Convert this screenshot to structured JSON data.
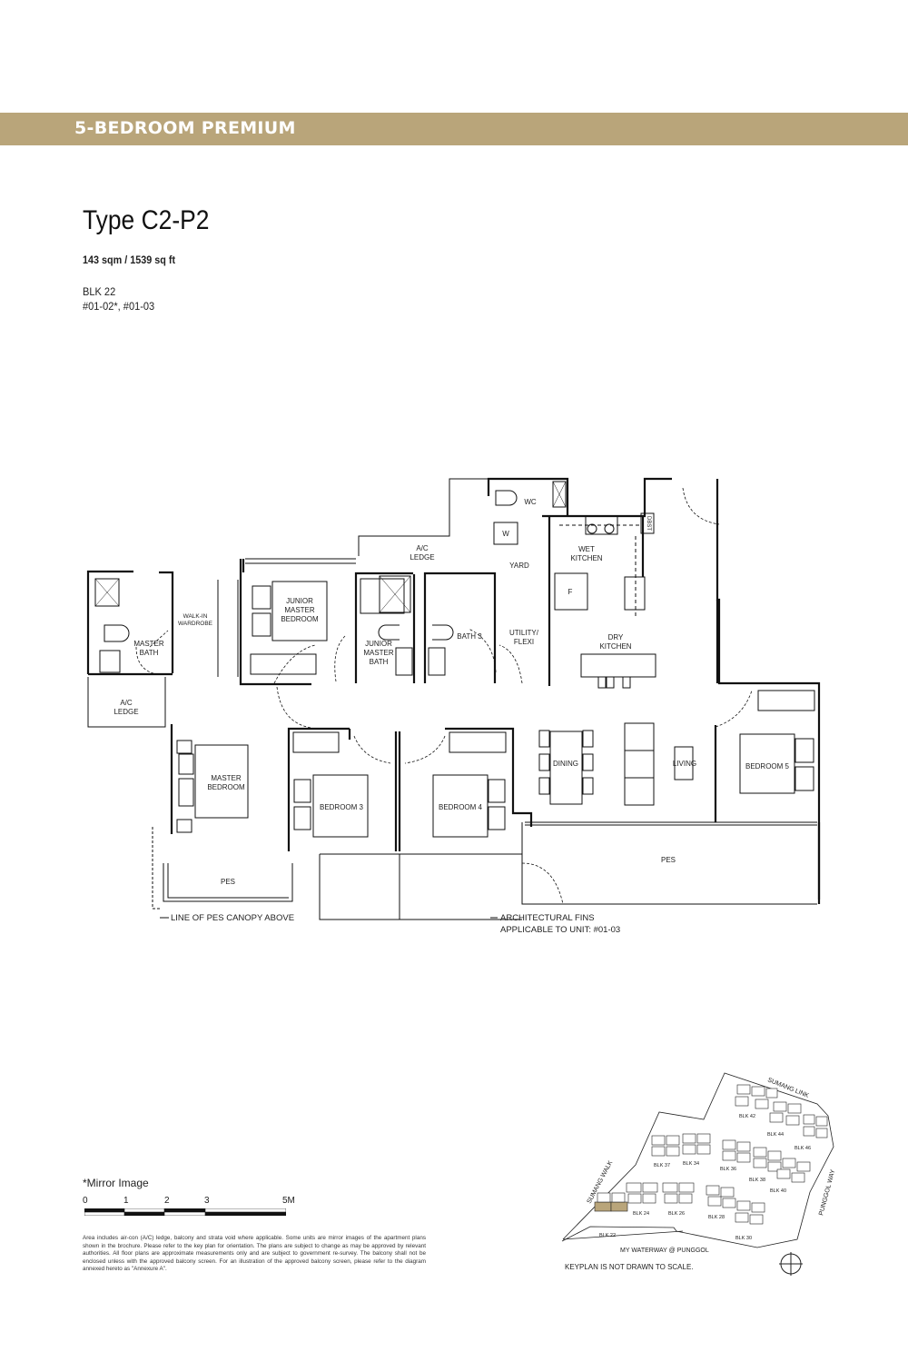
{
  "header": {
    "category": "5-BEDROOM PREMIUM",
    "band_color": "#b9a57a"
  },
  "unit": {
    "type": "Type C2-P2",
    "area": "143 sqm / 1539 sq ft",
    "block": "BLK 22",
    "units": "#01-02*, #01-03"
  },
  "floor_plan": {
    "rooms": {
      "master_bath": [
        "MASTER",
        "BATH"
      ],
      "walk_in_wardrobe": [
        "WALK-IN",
        "WARDROBE"
      ],
      "junior_master_bedroom": [
        "JUNIOR",
        "MASTER",
        "BEDROOM"
      ],
      "ac_ledge_top": [
        "A/C",
        "LEDGE"
      ],
      "junior_master_bath": [
        "JUNIOR",
        "MASTER",
        "BATH"
      ],
      "bath_3": "BATH 3",
      "wc": "WC",
      "washer": "W",
      "yard": "YARD",
      "utility_flexi": [
        "UTILITY/",
        "FLEXI"
      ],
      "wet_kitchen": [
        "WET",
        "KITCHEN"
      ],
      "fridge": "F",
      "dbst": "DBST",
      "dry_kitchen": [
        "DRY",
        "KITCHEN"
      ],
      "ac_ledge_left": [
        "A/C",
        "LEDGE"
      ],
      "master_bedroom": [
        "MASTER",
        "BEDROOM"
      ],
      "bedroom_3": "BEDROOM 3",
      "bedroom_4": "BEDROOM 4",
      "dining": "DINING",
      "living": "LIVING",
      "bedroom_5": "BEDROOM 5",
      "pes_left": "PES",
      "pes_right": "PES"
    },
    "annotations": {
      "canopy": "LINE OF PES CANOPY ABOVE",
      "fins": [
        "ARCHITECTURAL FINS",
        "APPLICABLE TO UNIT: #01-03"
      ]
    }
  },
  "legend": {
    "mirror_note": "*Mirror Image",
    "scale_ticks": [
      "0",
      "1",
      "2",
      "3",
      "5M"
    ],
    "disclaimer": "Area includes air-con (A/C) ledge, balcony and strata void where applicable. Some units are mirror images of the apartment plans shown in the brochure. Please refer to the key plan for orientation. The plans are subject to change as may be approved by relevant authorities. All floor plans are approximate measurements only and are subject to government re-survey. The balcony shall not be enclosed unless with the approved balcony screen. For an illustration of the approved balcony screen, please refer to the diagram annexed hereto as \"Annexure A\"."
  },
  "keyplan": {
    "roads": {
      "top": "SUMANG LINK",
      "left": "SUMANG WALK",
      "right": "PUNGGOL WAY",
      "bottom": "MY WATERWAY @ PUNGGOL"
    },
    "blocks": [
      "BLK 22",
      "BLK 24",
      "BLK 26",
      "BLK 28",
      "BLK 30",
      "BLK 34",
      "BLK 36",
      "BLK 37",
      "BLK 38",
      "BLK 40",
      "BLK 42",
      "BLK 44",
      "BLK 46"
    ],
    "highlighted_block": "BLK 22",
    "highlight_color": "#b9a57a",
    "note": "KEYPLAN IS NOT DRAWN TO SCALE."
  }
}
